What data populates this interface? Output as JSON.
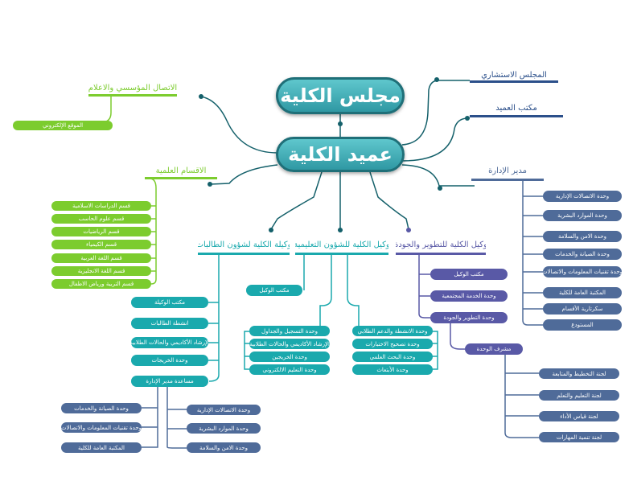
{
  "colors": {
    "teal": "#1aa9ad",
    "green": "#7ccc2e",
    "purple": "#5959a6",
    "slate": "#4f6b99",
    "navy": "#2b4f8a",
    "link": "#14606a"
  },
  "main": {
    "council": "مجلس الكلية",
    "dean": "عميد الكلية"
  },
  "top_right": {
    "advisory_council": "المجلس الاستشاري",
    "dean_office": "مكتب العميد"
  },
  "media": {
    "title": "الاتصال المؤسسي والاعلام",
    "items": [
      "الموقع الإلكتروني"
    ]
  },
  "departments": {
    "title": "الاقسام العلمية",
    "items": [
      "قسم الدراسات الاسلامية",
      "قسم علوم الحاسب",
      "قسم الرياضيات",
      "قسم الكيمياء",
      "قسم اللغة العربية",
      "قسم اللغة الانجليزية",
      "قسم التربية ورياض الاطفال"
    ]
  },
  "admin_manager": {
    "title": "مدير الإدارة",
    "items": [
      "وحدة الاتصالات الإدارية",
      "وحدة الموارد البشرية",
      "وحدة الامن والسلامة",
      "وحدة الصيانة والخدمات",
      "وحدة تقنيات المعلومات والاتصالات",
      "المكتبة العامة للكلية",
      "سكرتارية الأقسام",
      "المستودع"
    ]
  },
  "dev_vice": {
    "title": "وكيل الكلية للتطوير والجودة",
    "items": [
      "مكتب الوكيل",
      "وحدة الخدمة المجتمعية",
      "وحدة التطوير والجودة"
    ],
    "supervisor": "مشرف الوحدة",
    "committees": [
      "لجنة التخطيط والمتابعة",
      "لجنة التعليم والتعلم",
      "لجنة قياس الأداء",
      "لجنة تنمية المهارات"
    ]
  },
  "edu_vice": {
    "title": "وكيل الكلية للشؤون التعليمية",
    "office": "مكتب الوكيل",
    "left_items": [
      "وحدة التسجيل والجداول",
      "الإرشاد الأكاديمي والحالات الطلابية",
      "وحدة الخريجين",
      "وحدة التعليم الالكتروني"
    ],
    "right_items": [
      "وحدة الانشطة والدعم الطلابي",
      "وحدة تصحيح الاختبارات",
      "وحدة البحث العلمي",
      "وحدة الأبتعاث"
    ]
  },
  "student_vice": {
    "title": "وكيلة الكلية لشؤون الطالبات",
    "items": [
      "مكتب الوكيلة",
      "انشطة الطالبات",
      "الإرشاد الأكاديمي والحالات الطلابية",
      "وحدة الخريجات"
    ],
    "assistant": "مساعدة مدير الإدارة",
    "assistant_right": [
      "وحدة الاتصالات الإدارية",
      "وحدة الموارد البشرية",
      "وحدة الامن والسلامة"
    ],
    "assistant_left": [
      "وحدة الصيانة والخدمات",
      "وحدة تقنيات المعلومات والاتصالات",
      "المكتبة العامة للكلية"
    ]
  }
}
